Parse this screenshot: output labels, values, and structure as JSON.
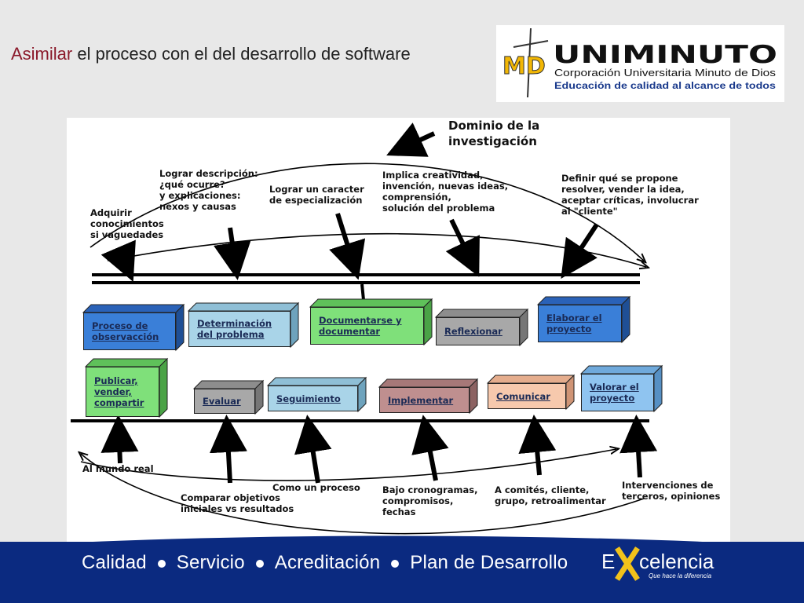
{
  "header": {
    "title_highlight": "Asimilar",
    "title_rest": " el proceso con el del desarrollo de software"
  },
  "logo": {
    "monogram": "MD",
    "name": "UNIMINUTO",
    "line1": "Corporación Universitaria Minuto de Dios",
    "line2": "Educación de calidad al alcance de todos"
  },
  "diagram": {
    "dominio": "Dominio de la\ninvestigación",
    "top_labels": [
      "Adquirir\nconocimientos\nsi vaguedades",
      "Lograr descripción:\n¿qué ocurre?\ny explicaciones:\nnexos y causas",
      "Lograr un caracter\nde especialización",
      "Implica creatividad,\ninvención, nuevas ideas,\ncomprensión,\nsolución del problema",
      "Definir qué se propone\nresolver, vender la idea,\naceptar críticas, involucrar\nal \"cliente\""
    ],
    "top_boxes": [
      "Proceso de\nobservacción",
      "Determinación\ndel problema",
      "Documentarse y\ndocumentar",
      "Reflexionar",
      "Elaborar el\nproyecto"
    ],
    "bottom_boxes": [
      "Publicar,\nvender,\ncompartir",
      "Evaluar",
      "Seguimiento",
      "Implementar",
      "Comunicar",
      "Valorar el\nproyecto"
    ],
    "bottom_labels": [
      "Al mundo real",
      "Comparar objetivos\niniciales vs resultados",
      "Como un proceso",
      "Bajo cronogramas,\ncompromisos,\nfechas",
      "A comités, cliente,\ngrupo, retroalimentar",
      "Intervenciones de\nterceros, opiniones"
    ]
  },
  "footer": {
    "items": [
      "Calidad",
      "Servicio",
      "Acreditación",
      "Plan de Desarrollo"
    ],
    "brand_prefix": "E",
    "brand_rest": "celencia",
    "brand_tagline": "Que hace la diferencia"
  },
  "colors": {
    "title_highlight": "#8b1a2b",
    "footer_bg": "#0b2a80",
    "excelencia_x": "#f2c21b",
    "box_blue": "#3a7fd8",
    "box_lightblue": "#a9d4e8",
    "box_green": "#7fe07a",
    "box_gray": "#a8a8a8",
    "box_rose": "#bf8f8f",
    "box_peach": "#f7c9ad",
    "box_sky": "#8fc4f0"
  }
}
